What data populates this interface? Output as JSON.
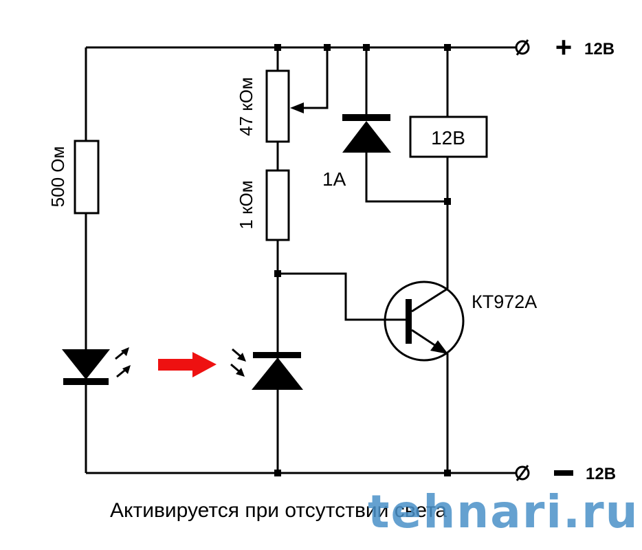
{
  "terminals": {
    "positive": {
      "sign": "+",
      "voltage": "12В"
    },
    "negative": {
      "sign": "−",
      "voltage": "12В"
    }
  },
  "components": {
    "r1": {
      "label": "500 Ом"
    },
    "pot": {
      "label": "47 кОм"
    },
    "r2": {
      "label": "1 кОм"
    },
    "diode": {
      "label": "1A"
    },
    "relay": {
      "label": "12В"
    },
    "transistor": {
      "label": "КТ972А"
    }
  },
  "caption": "Активируется при отсутствии света",
  "watermark": "tehnari.ru",
  "colors": {
    "wire": "#000000",
    "light_arrow": "#ee1111",
    "watermark": "#4a90c8"
  }
}
